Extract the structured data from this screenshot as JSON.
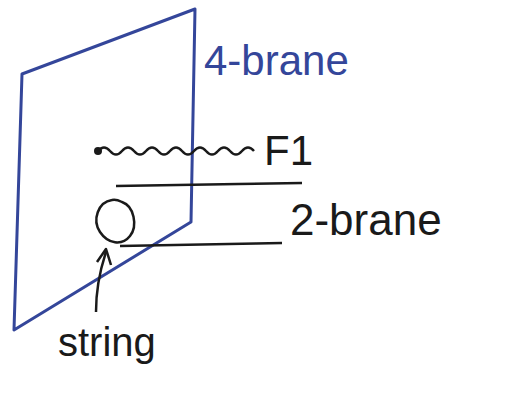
{
  "diagram": {
    "labels": [
      "4-brane",
      "F1",
      "2-brane",
      "string"
    ]
  }
}
